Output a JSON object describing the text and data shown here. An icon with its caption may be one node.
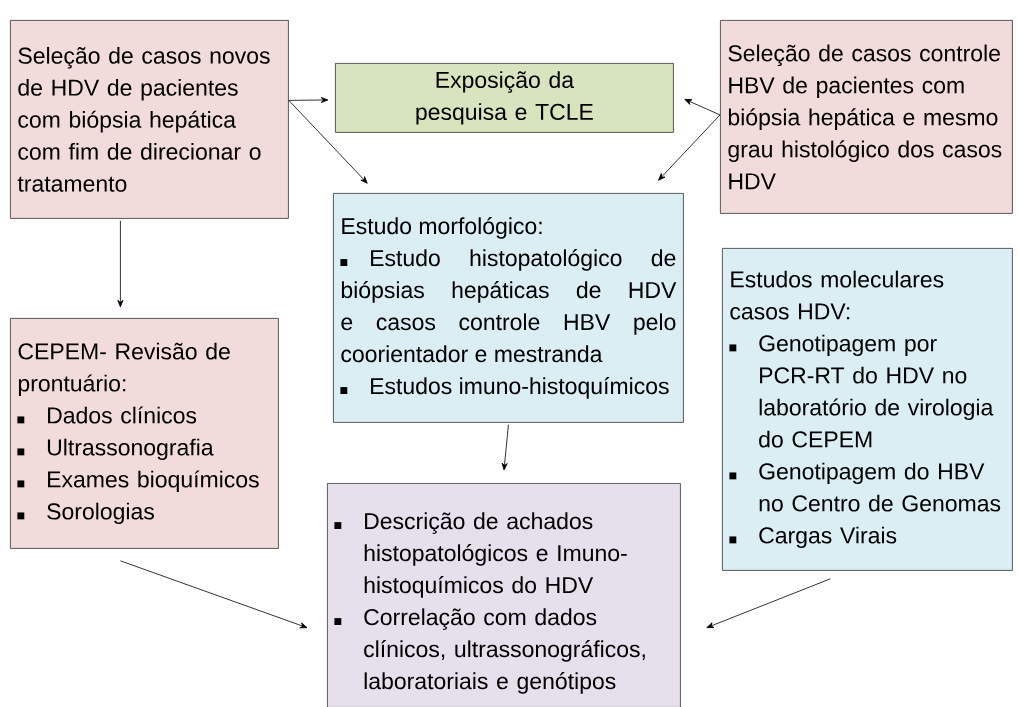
{
  "diagram": {
    "nodes": [
      {
        "text": [
          "Seleção de casos novos de HDV de pacientes com biópsia hepática com fim de direcionar o tratamento"
        ]
      },
      {
        "text": [
          "Exposição da pesquisa e TCLE"
        ]
      },
      {
        "text": [
          "Seleção de casos controle HBV de pacientes com biópsia hepática e mesmo grau histológico dos casos HDV"
        ]
      },
      {
        "text": [
          "Estudo morfológico:",
          "Estudo histopatológico de biópsias hepáticas de HDV e casos controle HBV pelo coorientador e mestranda",
          "Estudos imuno-histoquímicos"
        ]
      },
      {
        "text": [
          "CEPEM- Revisão de prontuário:",
          "Dados clínicos",
          "Ultrassonografia",
          "Exames bioquímicos",
          "Sorologias"
        ]
      },
      {
        "text": [
          "Estudos moleculares casos HDV:",
          "Genotipagem por PCR-RT do HDV no laboratório de virologia do CEPEM",
          "Genotipagem do HBV no Centro de Genomas",
          "Cargas Virais"
        ]
      },
      {
        "text": [
          "Descrição de achados histopatológicos e Imuno-histoquímicos do HDV",
          "Correlação com dados clínicos, ultrassonográficos, laboratoriais e genótipos"
        ]
      }
    ],
    "edges": [
      {
        "from": 0,
        "to": 1,
        "arrow": "to"
      },
      {
        "from": 0,
        "to": 3,
        "arrow": "to"
      },
      {
        "from": 2,
        "to": 1,
        "arrow": "to"
      },
      {
        "from": 2,
        "to": 3,
        "arrow": "to"
      },
      {
        "from": 0,
        "to": 4,
        "arrow": "to"
      },
      {
        "from": 3,
        "to": 6,
        "arrow": "to"
      },
      {
        "from": 4,
        "to": 6,
        "arrow": "to"
      },
      {
        "from": 5,
        "to": 6,
        "arrow": "to"
      }
    ]
  }
}
